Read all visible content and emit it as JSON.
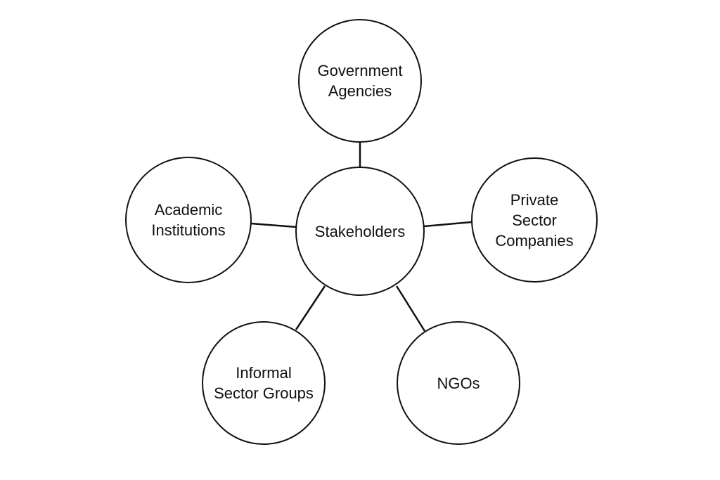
{
  "diagram": {
    "center": {
      "label": "Stakeholders"
    },
    "nodes": [
      {
        "id": "government",
        "label": "Government\nAgencies"
      },
      {
        "id": "academic",
        "label": "Academic\nInstitutions"
      },
      {
        "id": "private",
        "label": "Private\nSector\nCompanies"
      },
      {
        "id": "informal",
        "label": "Informal\nSector Groups"
      },
      {
        "id": "ngos",
        "label": "NGOs"
      }
    ],
    "edges": [
      [
        "Stakeholders",
        "Government Agencies"
      ],
      [
        "Stakeholders",
        "Academic Institutions"
      ],
      [
        "Stakeholders",
        "Private Sector Companies"
      ],
      [
        "Stakeholders",
        "Informal Sector Groups"
      ],
      [
        "Stakeholders",
        "NGOs"
      ]
    ]
  }
}
